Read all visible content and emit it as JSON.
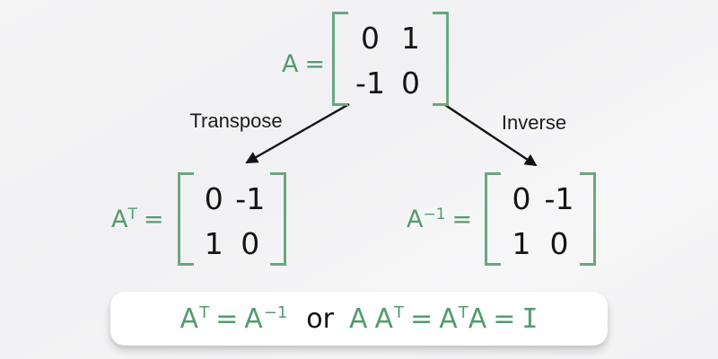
{
  "colors": {
    "green_text": "#539b6f",
    "bracket_green": "#6ba680",
    "ink": "#1c1c1c",
    "background": "#f2f2f4",
    "card_background": "#ffffff",
    "arrow_black": "#121212"
  },
  "top_matrix": {
    "label_base": "A",
    "label_sup": "",
    "eq": "=",
    "cells": [
      "0",
      "1",
      "-1",
      "0"
    ]
  },
  "left_matrix": {
    "label_base": "A",
    "label_sup": "T",
    "eq": "=",
    "cells": [
      "0",
      "-1",
      "1",
      "0"
    ]
  },
  "right_matrix": {
    "label_base": "A",
    "label_sup": "−1",
    "eq": "=",
    "cells": [
      "0",
      "-1",
      "1",
      "0"
    ]
  },
  "edge_labels": {
    "transpose": "Transpose",
    "inverse": "Inverse"
  },
  "formula": {
    "a1": "A",
    "a1_sup": "T",
    "eq1": "=",
    "a2": "A",
    "a2_sup": "−1",
    "or": "or",
    "b1": "A",
    "b2": "A",
    "b2_sup": "T",
    "eq2": "=",
    "b3": "A",
    "b3_sup": "T",
    "b4": "A",
    "eq3": "=",
    "identity": "I"
  }
}
